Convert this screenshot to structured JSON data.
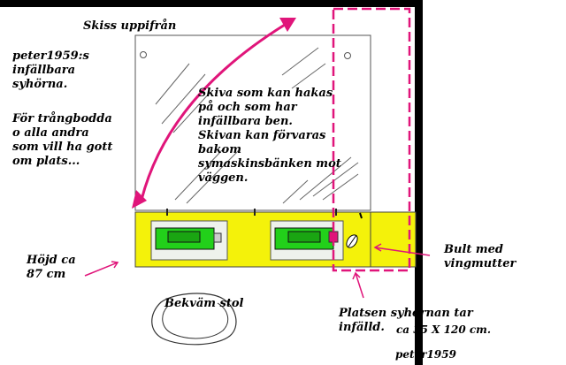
{
  "title": "Skiss uppifrån",
  "intro": {
    "line1": "peter1959:s",
    "line2": "infällbara",
    "line3": "syhörna."
  },
  "target": {
    "line1": "För trångbodda",
    "line2": "o alla andra",
    "line3": "som vill ha gott",
    "line4": "om plats..."
  },
  "board_desc": {
    "line1": "Skiva som kan hakas",
    "line2": "på och som har",
    "line3": "infällbara ben.",
    "line4": "Skivan kan förvaras",
    "line5": "bakom",
    "line6": "symaskinsbänken mot",
    "line7": "väggen."
  },
  "height": {
    "line1": "Höjd ca",
    "line2": "87 cm"
  },
  "bolt": {
    "line1": "Bult med",
    "line2": "vingmutter"
  },
  "chair": {
    "label": "Bekväm stol"
  },
  "space": {
    "line1": "Platsen syhörnan  tar",
    "line2": "infälld.",
    "size": "ca 35 X 120 cm."
  },
  "signature": "peter1959",
  "colors": {
    "pink": "#e0157a",
    "yellow": "#f4f20a",
    "green": "#22d01a",
    "wall": "#000000"
  }
}
